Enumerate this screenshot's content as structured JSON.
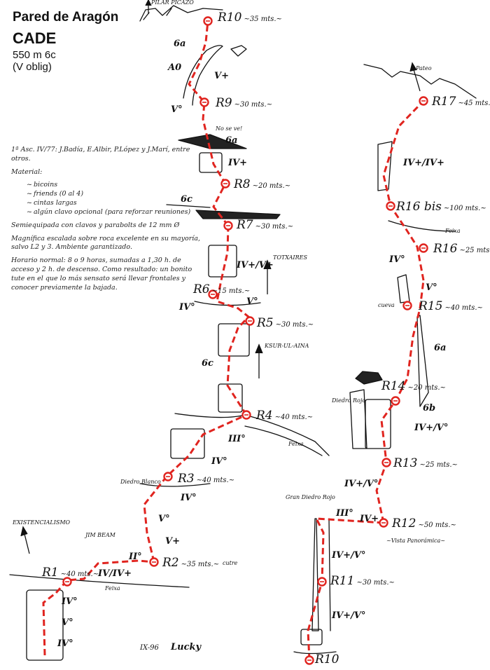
{
  "header": {
    "name": "Pared de Aragón",
    "route": "CADE",
    "length_grade": "550 m 6c",
    "oblig": "(V oblig)",
    "top_label": "PILAR PICAZO"
  },
  "notes": {
    "first_ascent": "1ª Asc. IV/77: J.Badía, E.Albir, P.López y J.Marí, entre otros.",
    "material_title": "Material:",
    "material_items": [
      "bicoins",
      "friends (0 al 4)",
      "cintas largas",
      "algún clavo opcional (para reforzar reuniones)"
    ],
    "semi": "Semiequipada con clavos y parabolts de 12 mm Ø",
    "descr": "Magnífica escalada sobre roca excelente en su mayoría, salvo L2 y 3. Ambiente garantizado.",
    "horario": "Horario normal: 8 o 9 horas, sumadas a 1,30 h. de acceso y 2 h. de descenso. Como resultado: un bonito tute en el que lo más sensato será llevar frontales y conocer previamente la bajada."
  },
  "belays": [
    {
      "id": "r1",
      "label": "R1",
      "length": "~40 mts.~"
    },
    {
      "id": "r2",
      "label": "R2",
      "length": "~35 mts.~"
    },
    {
      "id": "r3",
      "label": "R3",
      "length": "~40 mts.~"
    },
    {
      "id": "r4",
      "label": "R4",
      "length": "~40 mts.~"
    },
    {
      "id": "r5",
      "label": "R5",
      "length": "~30 mts.~"
    },
    {
      "id": "r6",
      "label": "R6",
      "length": "~15 mts.~"
    },
    {
      "id": "r7",
      "label": "R7",
      "length": "~30 mts.~"
    },
    {
      "id": "r8",
      "label": "R8",
      "length": "~20 mts.~"
    },
    {
      "id": "r9",
      "label": "R9",
      "length": "~30 mts.~"
    },
    {
      "id": "r10",
      "label": "R10",
      "length": "~35 mts.~"
    },
    {
      "id": "r10b",
      "label": "R10",
      "length": ""
    },
    {
      "id": "r11",
      "label": "R11",
      "length": "~30 mts.~"
    },
    {
      "id": "r12",
      "label": "R12",
      "length": "~50 mts.~"
    },
    {
      "id": "r13",
      "label": "R13",
      "length": "~25 mts.~"
    },
    {
      "id": "r14",
      "label": "R14",
      "length": "~20 mts.~"
    },
    {
      "id": "r15",
      "label": "R15",
      "length": "~40 mts.~"
    },
    {
      "id": "r16",
      "label": "R16",
      "length": "~25 mts.~"
    },
    {
      "id": "r16b",
      "label": "R16 bis",
      "length": "~100 mts.~"
    },
    {
      "id": "r17",
      "label": "R17",
      "length": "~45 mts.~"
    }
  ],
  "grades": {
    "g_6a_top": "6a",
    "g_a0": "A0",
    "g_vp1": "V+",
    "g_v1": "V°",
    "g_6a_roof": "6a",
    "g_iv1": "IV+",
    "g_6c_1": "6c",
    "g_ivv_1": "IV+/V+",
    "g_iv_r6": "IV°",
    "g_v_r5": "V°",
    "g_6c_2": "6c",
    "g_iii_1": "III°",
    "g_iv_r3": "IV°",
    "g_iv_r3b": "IV°",
    "g_v_r2": "V°",
    "g_vp_r2": "V+",
    "g_ii": "II°",
    "g_iviv": "IV/IV+",
    "g_iv_r1": "IV°",
    "g_v_r1": "V°",
    "g_iv_r1b": "IV°",
    "g_ivv_r11": "IV+/V°",
    "g_iii_r12": "III°",
    "g_iv_r12": "IV+",
    "g_ivv_r12": "IV+/V°",
    "g_ivv_r13": "IV+/V°",
    "g_ivv_r14": "IV+/V°",
    "g_6b": "6b",
    "g_6a_r15": "6a",
    "g_v_r15": "V°",
    "g_iv_r16": "IV°",
    "g_ivv_r17": "IV+/IV+"
  },
  "annotations": {
    "totxaires": "TOTXAIRES",
    "ksur": "KSUR-UL-AINA",
    "existencialismo": "EXISTENCIALISMO",
    "jimbeam": "JIM BEAM",
    "diedro_blanco": "Diedro Blanco",
    "gran_diedro": "Gran Diedro Rojo",
    "diedro_rojo": "Diedro Rojo",
    "faixa": "Feixa",
    "cutre": "cutre",
    "no_seve": "No se ve!",
    "pateo": "Pateo",
    "vista": "~Vista Panorámica~",
    "cueva": "cueva"
  },
  "signature": {
    "date": "IX-96",
    "author": "Lucky"
  },
  "colors": {
    "route": "#e0241f",
    "ink": "#111111"
  }
}
